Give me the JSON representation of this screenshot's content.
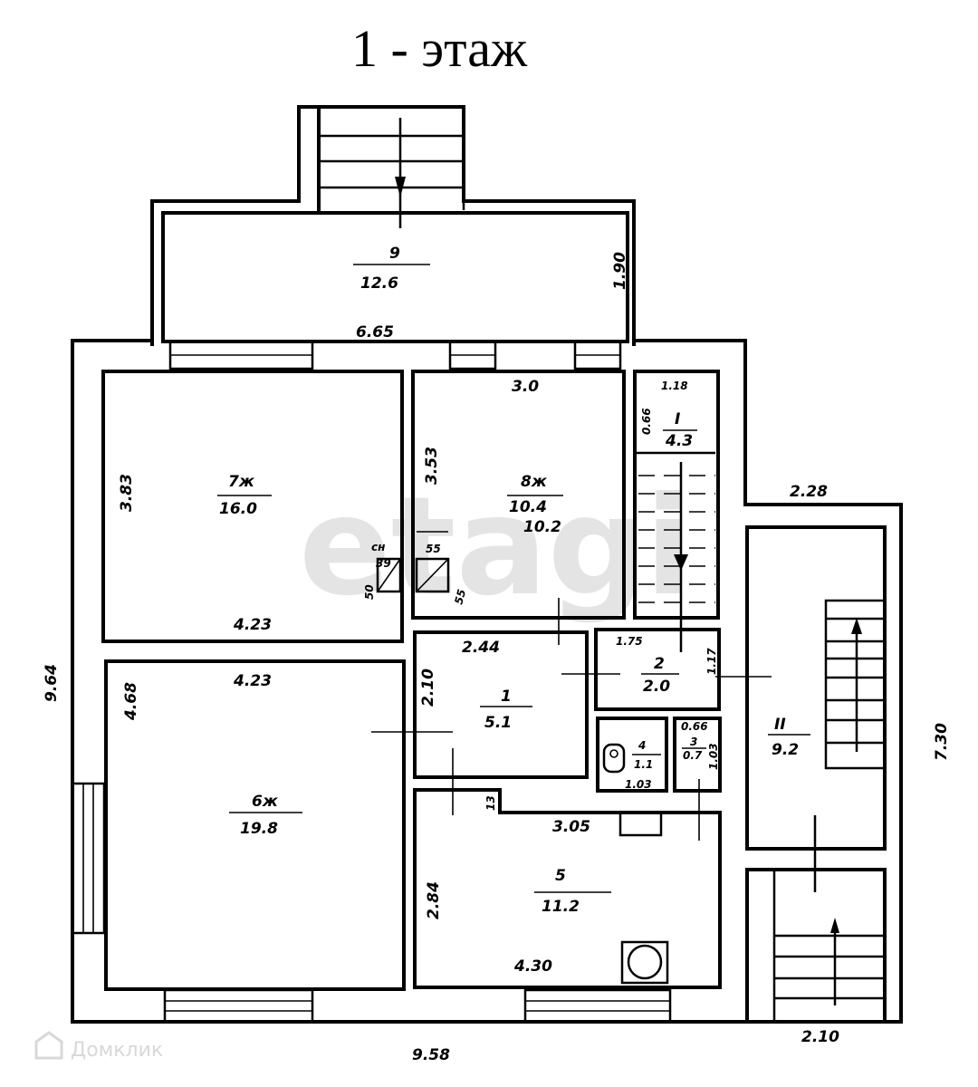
{
  "title": "1 - этаж",
  "watermarks": {
    "center": "etagi",
    "corner": "Домклик"
  },
  "rooms": [
    {
      "id": "9",
      "label": "9",
      "area": "12.6"
    },
    {
      "id": "7",
      "label": "7ж",
      "area": "16.0"
    },
    {
      "id": "8",
      "label": "8ж",
      "area": "10.4",
      "area_alt": "10.2"
    },
    {
      "id": "I",
      "label": "I",
      "area": "4.3"
    },
    {
      "id": "6",
      "label": "6ж",
      "area": "19.8"
    },
    {
      "id": "1",
      "label": "1",
      "area": "5.1"
    },
    {
      "id": "2",
      "label": "2",
      "area": "2.0"
    },
    {
      "id": "4",
      "label": "4",
      "area": "1.1"
    },
    {
      "id": "3",
      "label": "3",
      "area": "0.7"
    },
    {
      "id": "5",
      "label": "5",
      "area": "11.2"
    },
    {
      "id": "II",
      "label": "II",
      "area": "9.2"
    }
  ],
  "dimensions": {
    "d665": "6.65",
    "d190": "1.90",
    "d30": "3.0",
    "d118": "1.18",
    "d066": "0.66",
    "d353": "3.53",
    "d383": "3.83",
    "d423a": "4.23",
    "d423b": "4.23",
    "d228": "2.28",
    "d964": "9.64",
    "d468": "4.68",
    "d244": "2.44",
    "d175": "1.75",
    "d117": "1.17",
    "d210": "2.10",
    "d103a": "1.03",
    "d066b": "0.66",
    "d103b": "1.03",
    "d13": "13",
    "d305": "3.05",
    "d284": "2.84",
    "d430": "4.30",
    "d730": "7.30",
    "d958": "9.58",
    "d210b": "2.10",
    "d50": "50",
    "d39": "39",
    "dch": "сн",
    "d55a": "55",
    "d55b": "55"
  }
}
